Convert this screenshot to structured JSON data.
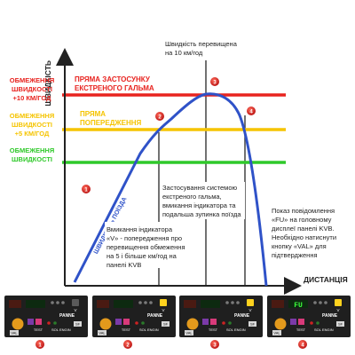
{
  "axes": {
    "y_label": "ШВИДКІСТЬ",
    "x_label": "ДИСТАНЦІЯ"
  },
  "levels": {
    "brake": [
      "ОБМЕЖЕННЯ",
      "ШВИДКОСТІ",
      "+10 КМ/ГОД"
    ],
    "warning": [
      "ОБМЕЖЕННЯ",
      "ШВИДКОСТІ",
      "+5 КМ/ГОД"
    ],
    "limit": [
      "ОБМЕЖЕННЯ",
      "ШВИДКОСТІ"
    ]
  },
  "zone_labels": {
    "brake": [
      "ПРЯМА ЗАСТОСУНКУ",
      "ЕКСТРЕНОГО ГАЛЬМА"
    ],
    "warning": [
      "ПРЯМА",
      "ПОПЕРЕДЖЕННЯ"
    ]
  },
  "curve_label": "ШВИДКІСТЬ ПОЇЗДА",
  "callouts": {
    "exceeded": [
      "Швидкість перевищена",
      "на 10 км/год"
    ],
    "v_indicator": [
      "Вмикання індикатора",
      "«V» - попередження про",
      "перевищення обмеження",
      "на 5 і більше км/год на",
      "панелі KVB"
    ],
    "brake_applied": [
      "Застосування системою",
      "екстреного гальма,",
      "вмикання індикатора та",
      "подальша зупинка поїзда"
    ],
    "fu_message": [
      "Показ повідомлення",
      "«FU» на головному",
      "дисплеї панелі KVB.",
      "Необхідно натиснути",
      "кнопку «VAL» для",
      "підтвердження"
    ]
  },
  "panel": {
    "title": "PANNE",
    "btn_val": "VAL",
    "btn_test": "TEST",
    "btn_sf": "SF",
    "btn_sol": "SOL",
    "btn_engin": "ENGIN",
    "v_label": "V",
    "fu_text": "FU"
  },
  "markers": [
    "1",
    "2",
    "3",
    "4"
  ],
  "colors": {
    "brake": "#e8231f",
    "warning": "#f5c400",
    "limit": "#2fc92a",
    "curve": "#2f52c8",
    "marker": "#d81e1e",
    "panel_bg": "#1f1f1f"
  }
}
